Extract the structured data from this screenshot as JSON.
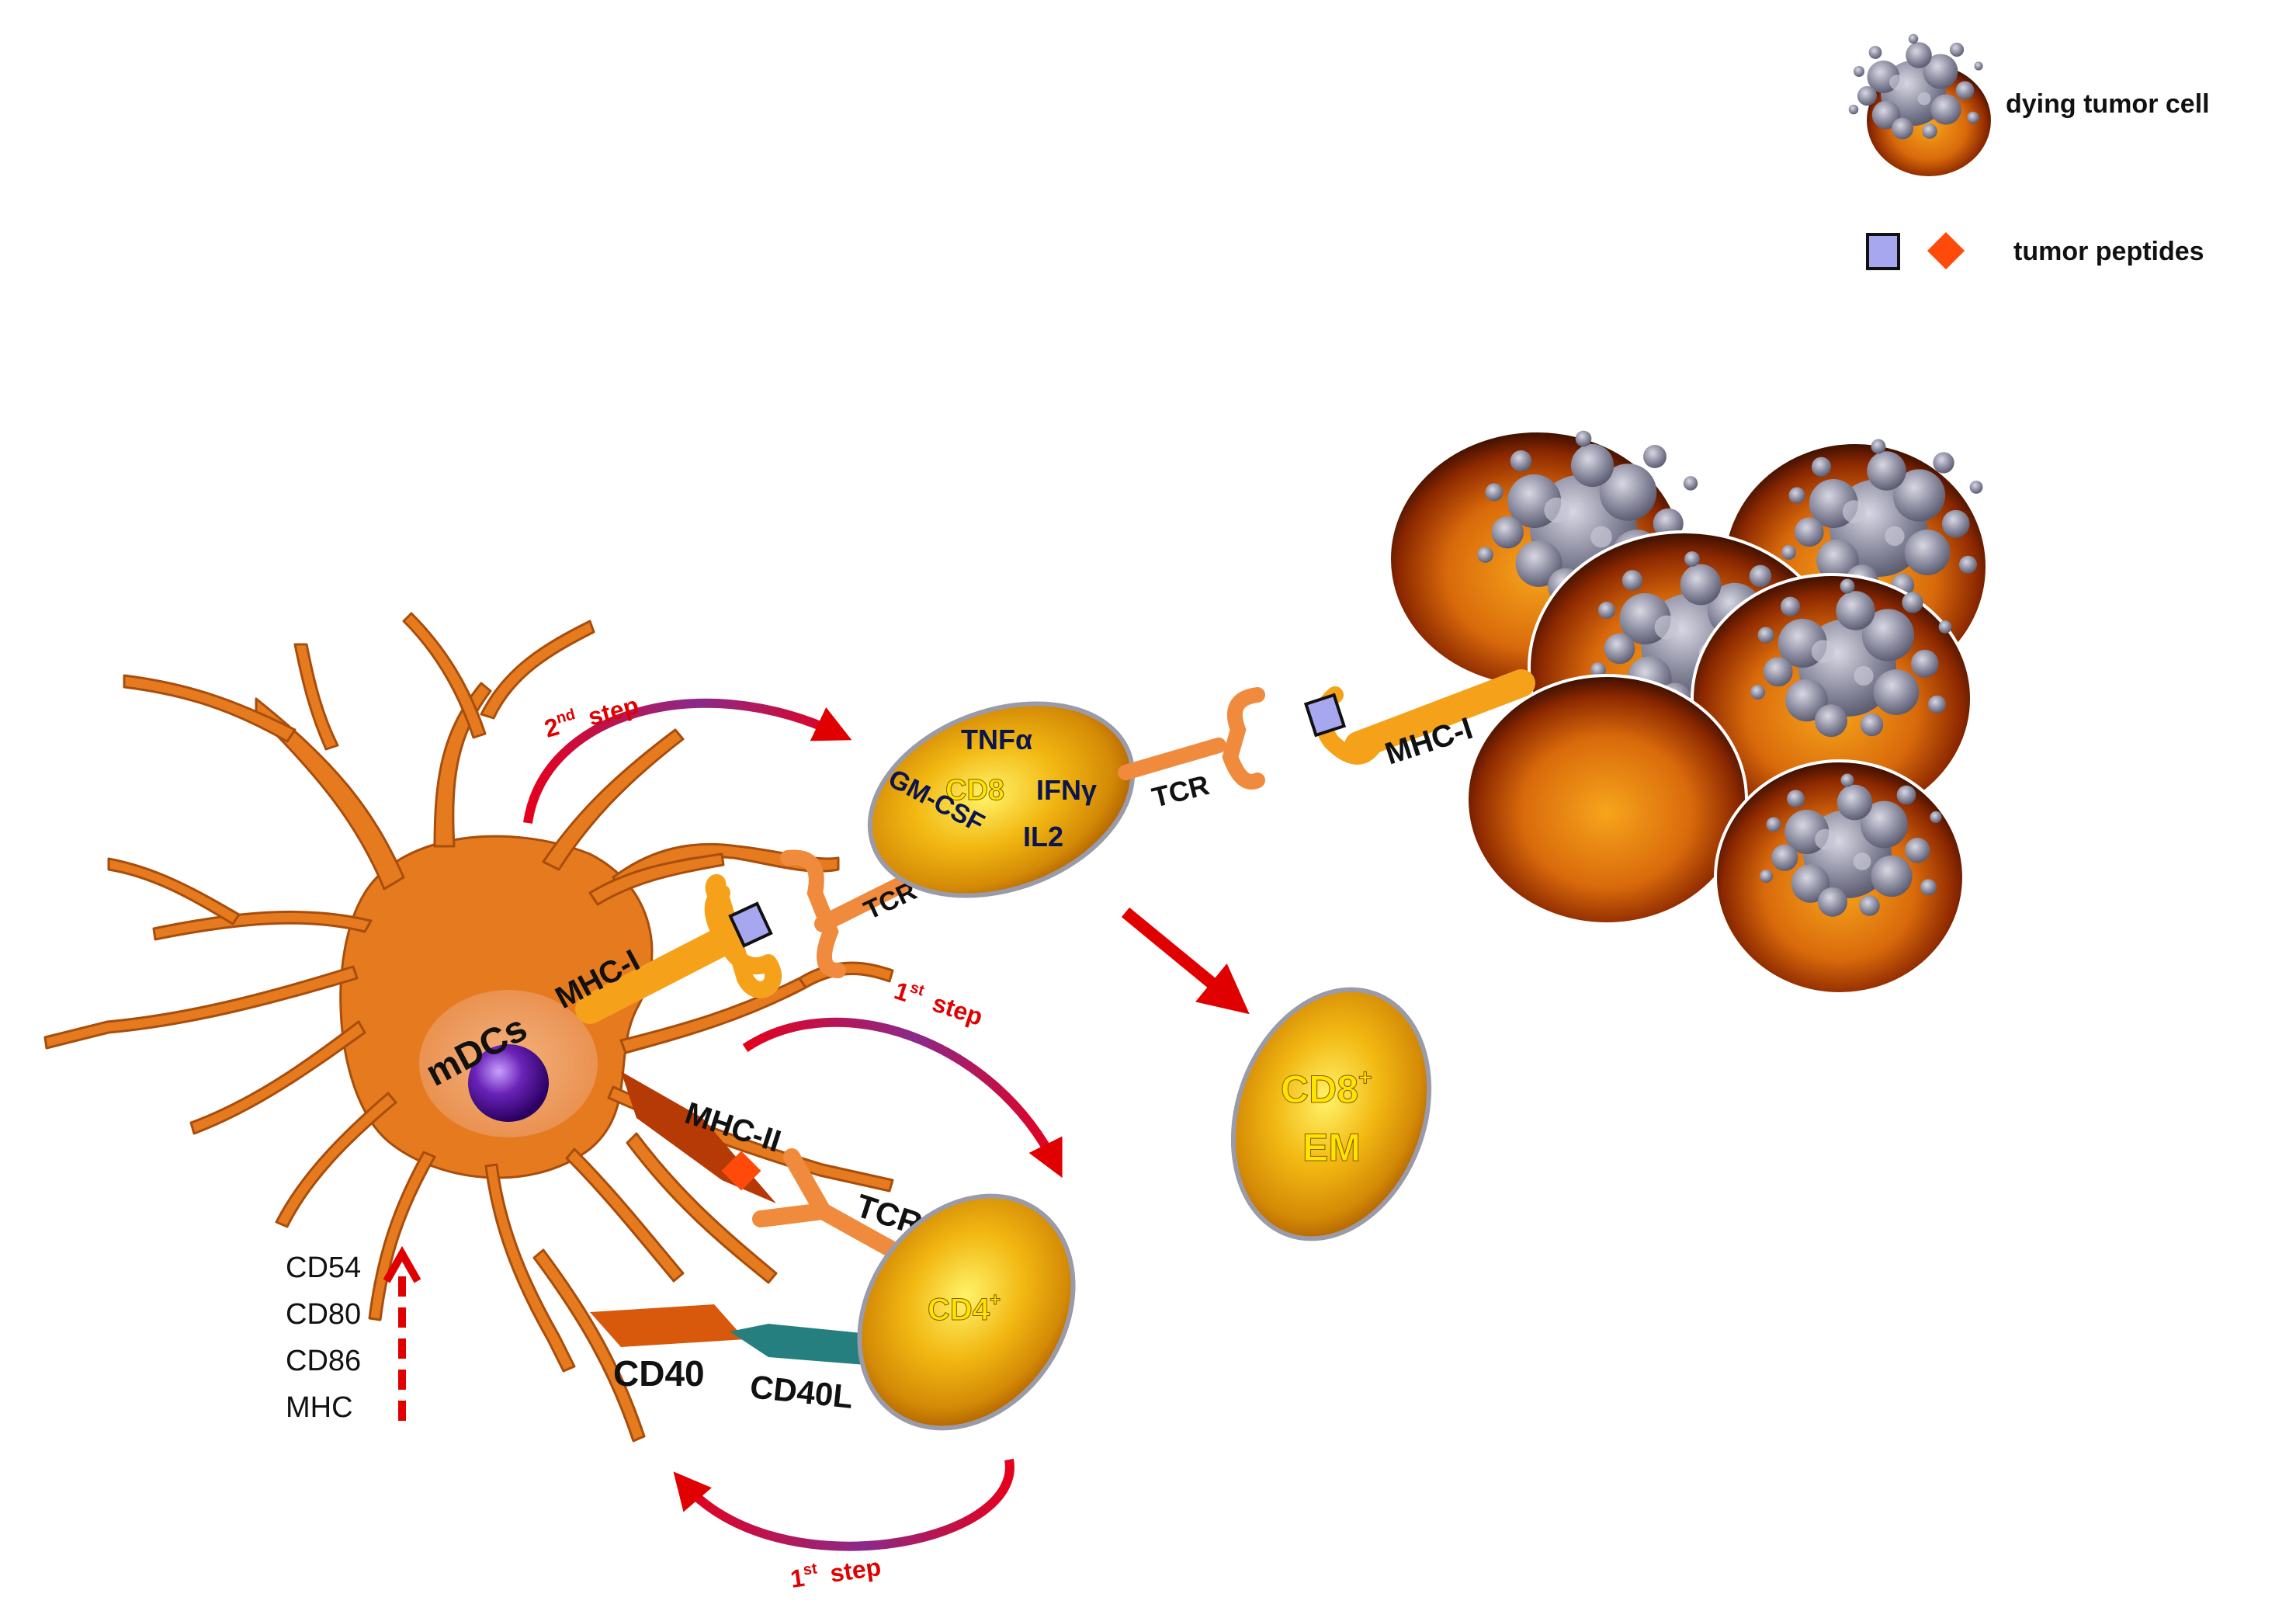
{
  "legend": {
    "dying_tumor_cell": "dying tumor cell",
    "tumor_peptides": "tumor peptides"
  },
  "dendritic_cell": {
    "label": "mDCs"
  },
  "receptors": {
    "mhc1_dc": "MHC-I",
    "mhc1_tumor": "MHC-I",
    "tcr_cd8_dc": "TCR",
    "tcr_cd8_tumor": "TCR",
    "mhc2": "MHC-II",
    "tcr_cd4": "TCR",
    "cd40": "CD40",
    "cd40l": "CD40L"
  },
  "cd8_cell": {
    "label": "CD8",
    "cytokines": [
      "TNFα",
      "IFNγ",
      "IL2",
      "GM-CSF"
    ]
  },
  "cd4_cell": {
    "label": "CD4",
    "superscript": "+"
  },
  "cd8_em_cell": {
    "label_line1": "CD8",
    "superscript": "+",
    "label_line2": "EM"
  },
  "steps": {
    "second": {
      "number": "2",
      "suffix": "nd",
      "word": "step"
    },
    "first_upper": {
      "number": "1",
      "suffix": "st",
      "word": "step"
    },
    "first_lower": {
      "number": "1",
      "suffix": "st",
      "word": "step"
    }
  },
  "upregulated_markers": [
    "CD54",
    "CD80",
    "CD86",
    "MHC"
  ],
  "colors": {
    "dc_orange": "#e57a1f",
    "tcr_orange": "#f08a3c",
    "mhc_orange": "#f5a11a",
    "peptide_square": "#a7a7ef",
    "peptide_diamond": "#ff4a0a",
    "cd40l_teal": "#267f7f",
    "arrow_red": "#e00000",
    "tumor_gray": "#8f8fa0",
    "tumor_rim": "#9a2f00"
  },
  "icons": [
    "dying-tumor-cell-icon",
    "peptide-square-icon",
    "peptide-diamond-icon",
    "nucleus-icon"
  ]
}
